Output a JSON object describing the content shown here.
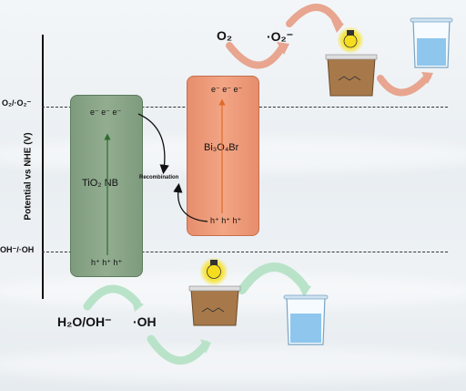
{
  "axis": {
    "label": "Potential vs NHE (V)"
  },
  "levels": {
    "o2_level": "O₂/·O₂⁻",
    "oh_level": "OH⁻/·OH"
  },
  "tio2": {
    "label": "TiO₂ NB",
    "electrons": "e⁻ e⁻ e⁻",
    "holes": "h⁺ h⁺ h⁺"
  },
  "bi": {
    "label": "Bi₃O₄Br",
    "electrons": "e⁻ e⁻ e⁻",
    "holes": "h⁺ h⁺ h⁺"
  },
  "recombination": "Recombination",
  "reactions": {
    "o2": "O₂",
    "superoxide": "·O₂⁻",
    "water": "H₂O/OH⁻",
    "hydroxyl": "·OH"
  },
  "colors": {
    "tio2_fill": "#8aa689",
    "bi_fill": "#ef9d7b",
    "arrow_orange": "#e8a58f",
    "arrow_green": "#b9e3c9",
    "beaker_water": "#8ec6ee"
  }
}
